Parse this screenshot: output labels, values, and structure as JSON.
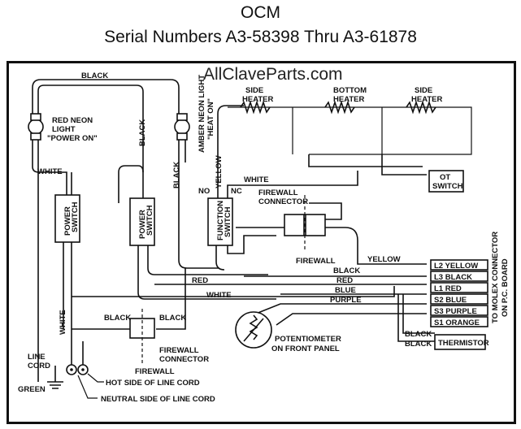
{
  "header": {
    "title": "OCM",
    "subtitle": "Serial Numbers A3-58398 Thru A3-61878",
    "watermark": "AllClaveParts.com"
  },
  "wire_labels": {
    "black": "BLACK",
    "white": "WHITE",
    "red": "RED",
    "blue": "BLUE",
    "purple": "PURPLE",
    "yellow": "YELLOW",
    "green": "GREEN"
  },
  "components": {
    "red_neon": [
      "RED NEON",
      "LIGHT",
      "\"POWER ON\""
    ],
    "amber_neon": [
      "AMBER NEON LIGHT",
      "\"HEAT ON\""
    ],
    "side_heater_left": [
      "SIDE",
      "HEATER"
    ],
    "bottom_heater": [
      "BOTTOM",
      "HEATER"
    ],
    "side_heater_right": [
      "SIDE",
      "HEATER"
    ],
    "ot_switch": [
      "OT",
      "SWITCH"
    ],
    "power_switch_1": [
      "POWER",
      "SWITCH"
    ],
    "power_switch_2": [
      "POWER",
      "SWITCH"
    ],
    "function_switch": [
      "FUNCTION",
      "SWITCH"
    ],
    "no_label": "NO",
    "nc_label": "NC",
    "firewall_connector_top": [
      "FIREWALL",
      "CONNECTOR"
    ],
    "firewall_top": "FIREWALL",
    "firewall_connector_bottom": [
      "FIREWALL",
      "CONNECTOR"
    ],
    "firewall_bottom": "FIREWALL",
    "potentiometer": [
      "POTENTIOMETER",
      "ON FRONT PANEL"
    ],
    "thermistor": "THERMISTOR",
    "line_cord": [
      "LINE",
      "CORD"
    ],
    "hot_side": "HOT SIDE OF LINE CORD",
    "neutral_side": "NEUTRAL SIDE OF LINE CORD",
    "molex": [
      "TO MOLEX CONNECTOR",
      "ON P.C. BOARD"
    ]
  },
  "connector_pins": [
    "L2 YELLOW",
    "L3 BLACK",
    "L1 RED",
    "S2 BLUE",
    "S3 PURPLE",
    "S1 ORANGE"
  ]
}
